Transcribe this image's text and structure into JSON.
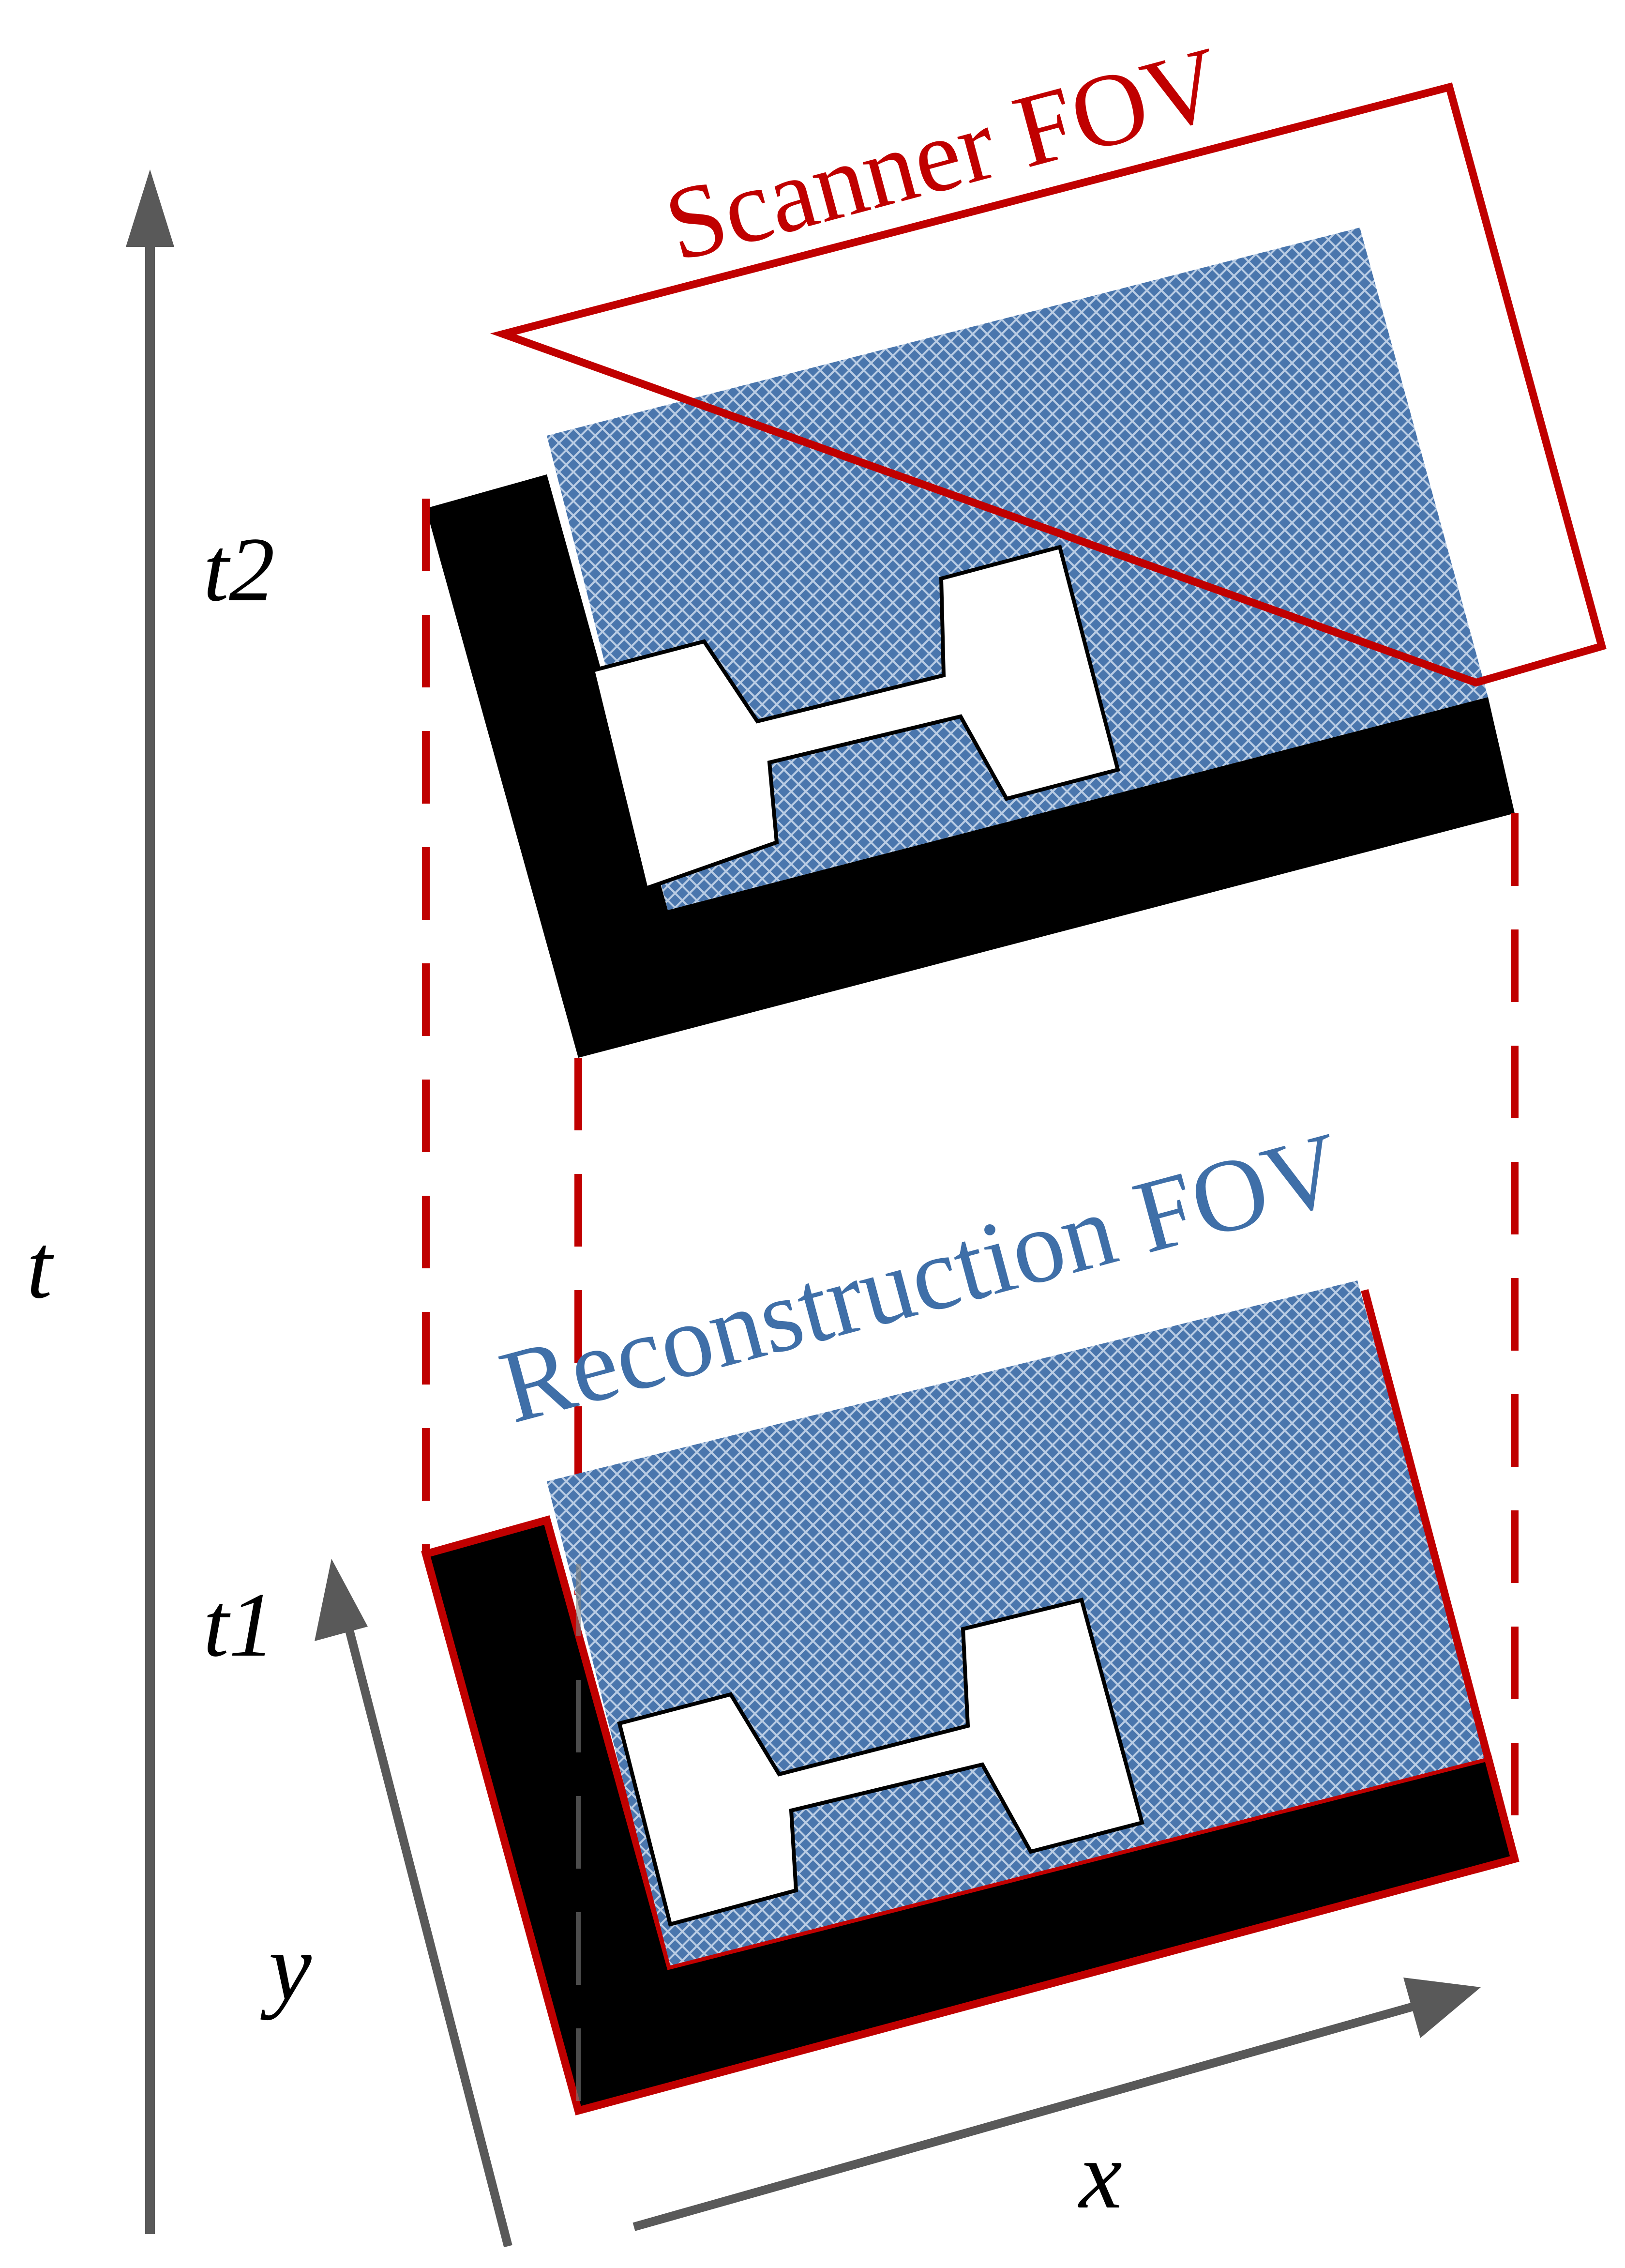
{
  "labels": {
    "t_axis": "t",
    "t1": "t1",
    "t2": "t2",
    "x_axis": "x",
    "y_axis": "y",
    "scanner_fov": "Scanner FOV",
    "reconstruction_fov": "Reconstruction FOV"
  },
  "colors": {
    "scanner_red": "#c00000",
    "reconstruction_blue": "#3f6fa8",
    "fov_fill_blue": "#4a76ad",
    "hatch_light": "#b9cce4",
    "axis_gray": "#595959",
    "sample_black": "#000000"
  }
}
